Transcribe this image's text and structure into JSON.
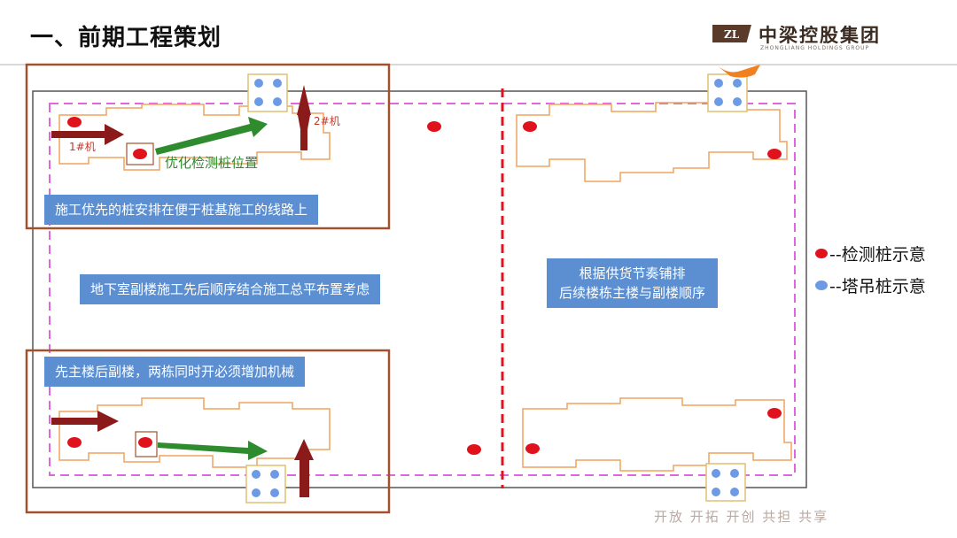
{
  "slide": {
    "title": "一、前期工程策划",
    "slogan": "开放 开拓 开创 共担 共享"
  },
  "logo": {
    "name": "中梁控股集团",
    "subtitle": "ZHONGLIANG HOLDINGS GROUP"
  },
  "diagram": {
    "machine_labels": {
      "machine1": "1#机",
      "machine2": "2#机"
    },
    "optimize_label": "优化检测桩位置",
    "callouts": {
      "top_left": "施工优先的桩安排在便于桩基施工的线路上",
      "middle_left": "地下室副楼施工先后顺序结合施工总平布置考虑",
      "middle_right_line1": "根据供货节奏铺排",
      "middle_right_line2": "后续楼栋主楼与副楼顺序",
      "bottom_left": "先主楼后副楼，两栋同时开必须增加机械"
    }
  },
  "legend": {
    "items": [
      {
        "label": "--检测桩示意",
        "color": "#e0121b",
        "icon": "red-dot"
      },
      {
        "label": "--塔吊桩示意",
        "color": "#6c9ae4",
        "icon": "blue-dot"
      }
    ]
  },
  "colors": {
    "test_pile": "#e0121b",
    "crane_pile": "#6c9ae4",
    "building_outline": "#f0a35e",
    "boundary": "#e066e0",
    "divider": "#e0121b",
    "arrow_green": "#2e8b2e",
    "arrow_darkred": "#8b1a1a",
    "highlight_box": "#a0522d",
    "callout_bg": "#5b8fd1"
  }
}
